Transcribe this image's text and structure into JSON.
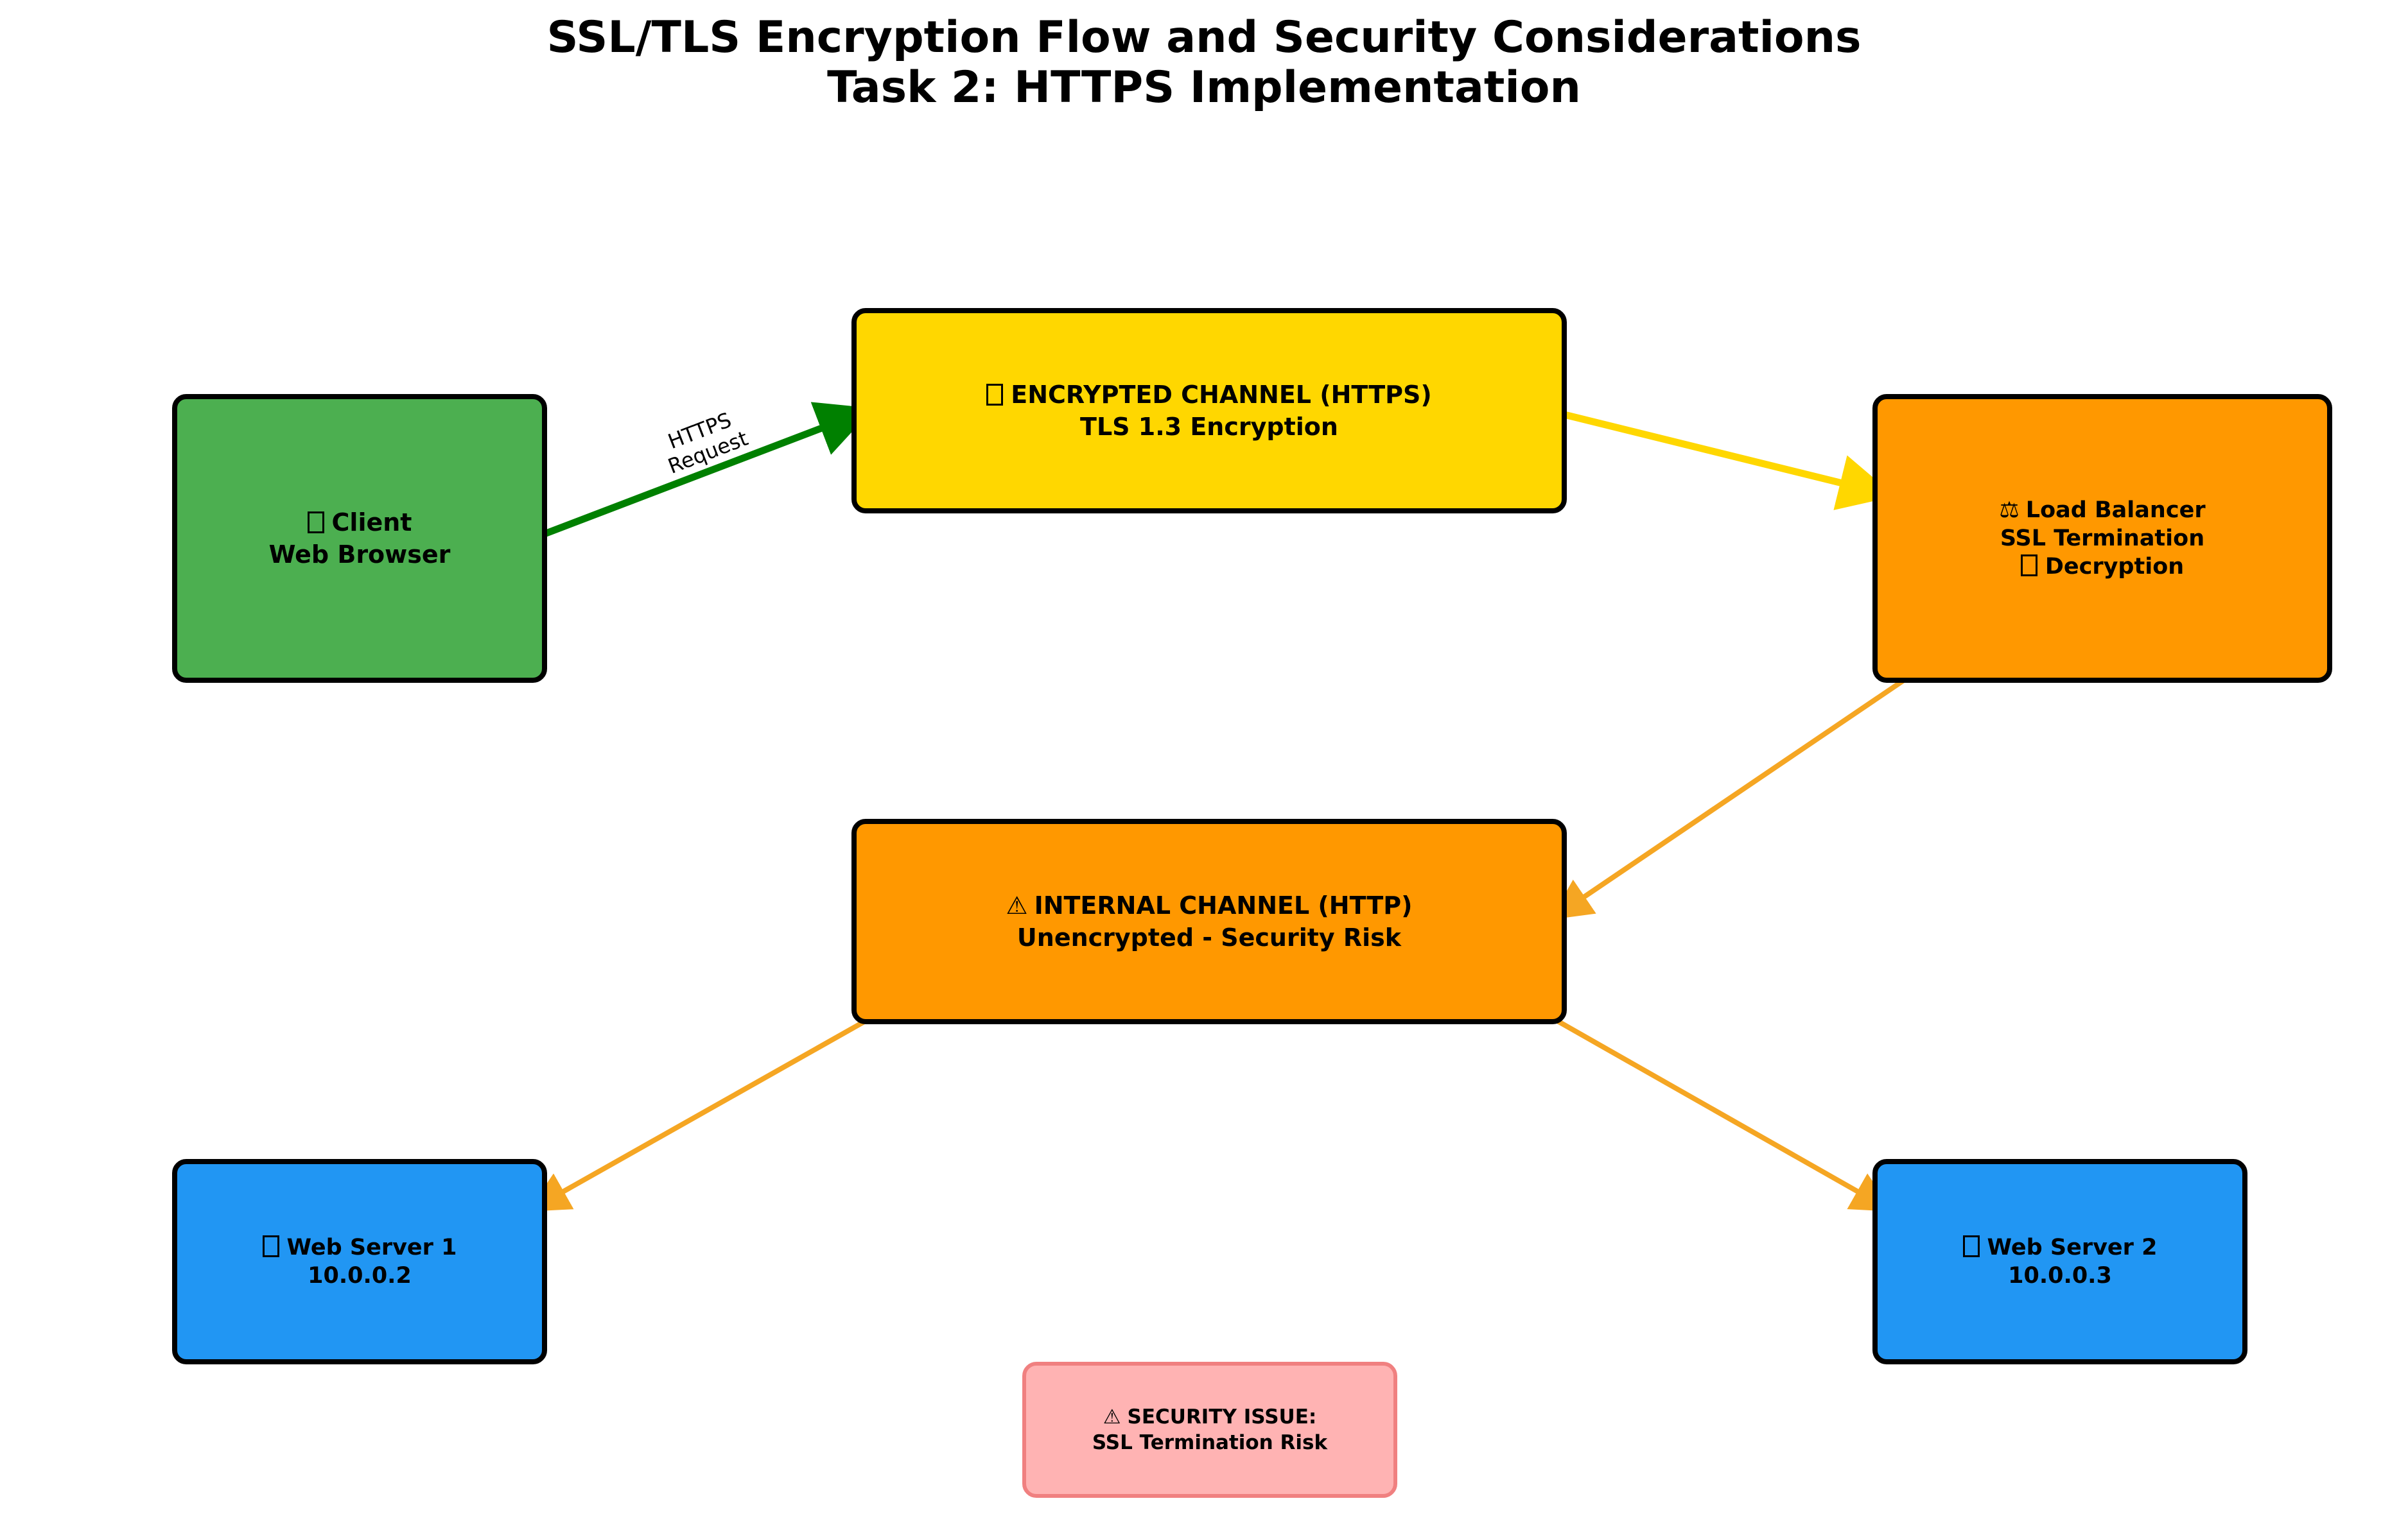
{
  "title": {
    "line1": "SSL/TLS Encryption Flow and Security Considerations",
    "line2": "Task 2: HTTPS Implementation"
  },
  "colors": {
    "client": "#4caf50",
    "encrypted": "#ffd700",
    "load_balancer": "#ff9800",
    "internal": "#ff9800",
    "server": "#2196f3",
    "issue_fill": "#ffb3b3",
    "issue_border": "#f08080",
    "edge_https": "#008000",
    "edge_encrypted": "#ffd700",
    "edge_internal": "#f5a623"
  },
  "nodes": {
    "client": {
      "icon": "computer-icon",
      "line1": "Client",
      "line2": "Web Browser"
    },
    "encrypted": {
      "icon": "lock-icon",
      "line1": "ENCRYPTED CHANNEL (HTTPS)",
      "line2": "TLS 1.3 Encryption"
    },
    "load_balancer": {
      "icon_text": "⚖",
      "line1": "Load Balancer",
      "line2": "SSL Termination",
      "line3_icon": "unlock-icon",
      "line3": "Decryption"
    },
    "internal": {
      "icon_text": "⚠",
      "line1": "INTERNAL CHANNEL (HTTP)",
      "line2": "Unencrypted - Security Risk"
    },
    "server1": {
      "icon": "server-icon",
      "line1": "Web Server 1",
      "line2": "10.0.0.2"
    },
    "server2": {
      "icon": "server-icon",
      "line1": "Web Server 2",
      "line2": "10.0.0.3"
    },
    "issue": {
      "icon_text": "⚠",
      "line1": "SECURITY ISSUE:",
      "line2": "SSL Termination Risk"
    }
  },
  "edges": {
    "https_request_label_line1": "HTTPS",
    "https_request_label_line2": "Request"
  }
}
